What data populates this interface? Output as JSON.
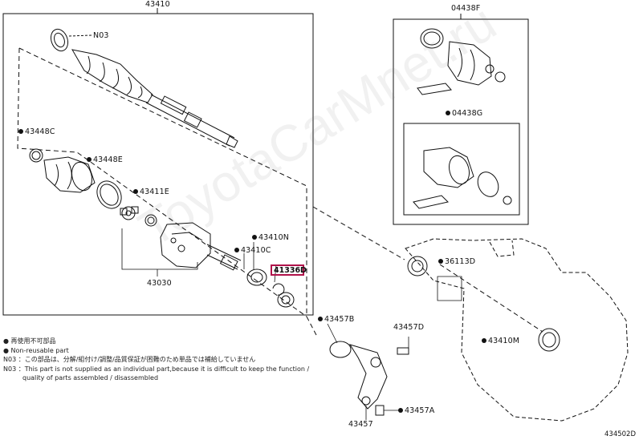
{
  "labels": {
    "l43410": "43410",
    "lN03": "N03",
    "l43448C": "43448C",
    "l43448E": "43448E",
    "l43411E": "43411E",
    "l43030": "43030",
    "l43410N_top": "43410N",
    "l43410C": "43410C",
    "l41336D": "41336D",
    "l04438F": "04438F",
    "l04438G": "04438G",
    "l36113D": "36113D",
    "l43410M": "43410M",
    "l43457B": "43457B",
    "l43457D": "43457D",
    "l43457A": "43457A",
    "l43457": "43457"
  },
  "notes": {
    "jp_nonreuse": "● 再使用不可部品",
    "en_nonreuse": "● Non-reusable part",
    "n03_jp": "N03 ：この部品は、分解/組付け/調整/品質保証が困難のため単品では補給していません",
    "n03_en1": "N03 ：This part is not supplied as an individual part,because it is difficult to keep the function /",
    "n03_en2": "　　　quality of parts assembled / disassembled"
  },
  "watermark": "ToyotaCarMnet.ru",
  "diagram_id": "434502D"
}
